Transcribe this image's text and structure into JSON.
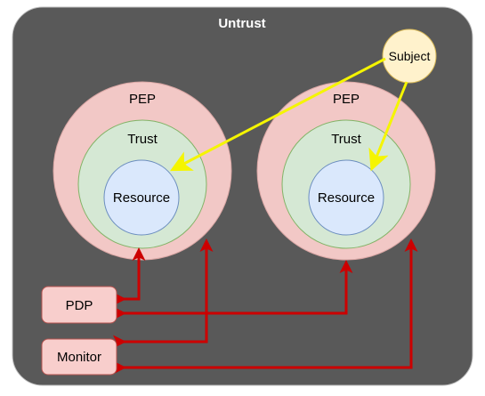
{
  "zones": {
    "untrust": "Untrust",
    "pep_left": "PEP",
    "pep_right": "PEP",
    "trust_left": "Trust",
    "trust_right": "Trust"
  },
  "nodes": {
    "resource_left": "Resource",
    "resource_right": "Resource",
    "subject": "Subject",
    "pdp": "PDP",
    "monitor": "Monitor"
  },
  "colors": {
    "untrust_fill": "#595959",
    "pep_fill": "#f2c8c6",
    "trust_fill": "#d5e8d4",
    "resource_fill": "#dae8fc",
    "subject_fill": "#fff2cc",
    "box_fill": "#f8cecc",
    "yellow_arrow": "#f5f500",
    "red_arrow": "#cc0000"
  }
}
